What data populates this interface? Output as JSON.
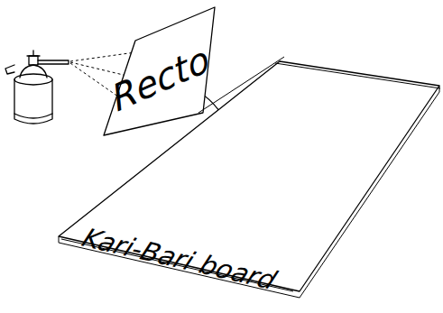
{
  "diagram": {
    "nodes": [
      {
        "text": [
          "Recto"
        ]
      },
      {
        "text": [
          "Kari-Bari board"
        ]
      }
    ],
    "edges": [
      {
        "from": 0,
        "to": 1,
        "arrow": "to"
      }
    ]
  }
}
